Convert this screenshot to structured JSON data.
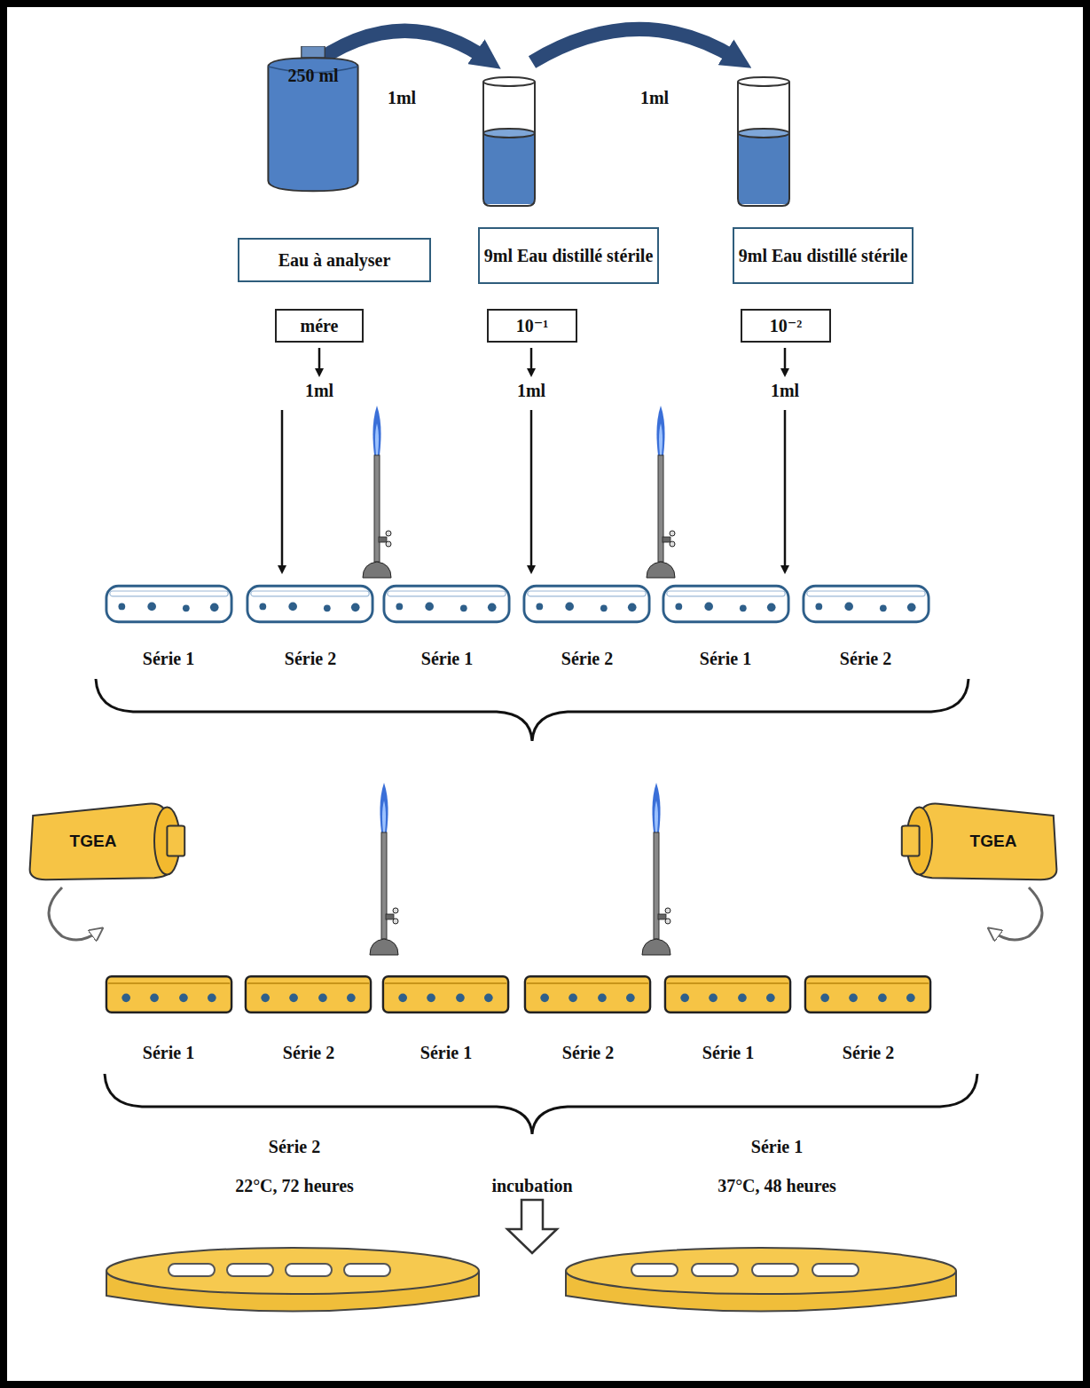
{
  "diagram": {
    "nodes": [
      {
        "text": [
          "250 ml"
        ]
      },
      {
        "text": [
          "Eau à analyser"
        ]
      },
      {
        "text": [
          "9ml Eau distillé stérile"
        ]
      },
      {
        "text": [
          "9ml Eau distillé stérile"
        ]
      },
      {
        "text": [
          "mére"
        ]
      },
      {
        "text": [
          "10⁻¹"
        ]
      },
      {
        "text": [
          "10⁻²"
        ]
      },
      {
        "text": [
          "TGEA"
        ]
      },
      {
        "text": [
          "TGEA"
        ]
      }
    ],
    "labels": [
      "1ml",
      "1ml",
      "1ml",
      "1ml",
      "1ml",
      "Série 1",
      "Série 2",
      "Série 1",
      "Série 2",
      "Série 1",
      "Série 2",
      "Série 1",
      "Série 2",
      "Série 1",
      "Série 2",
      "Série 1",
      "Série 2",
      "Série 2",
      "22°C, 72 heures",
      "incubation",
      "Série 1",
      "37°C, 48 heures"
    ]
  }
}
